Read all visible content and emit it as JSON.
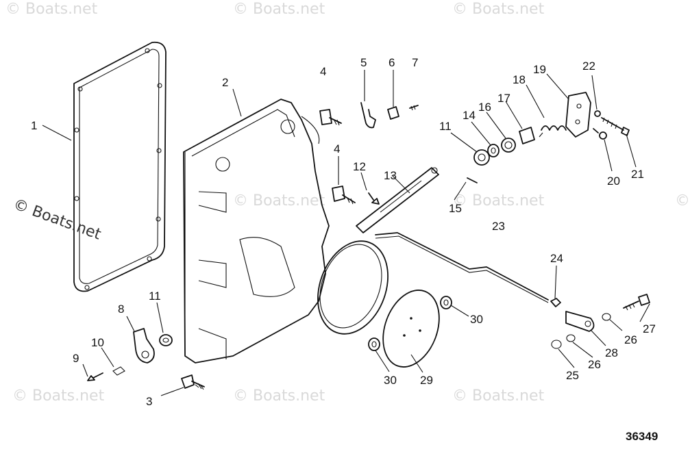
{
  "watermark": {
    "text": "© Boats.net"
  },
  "drawing_number": "36349",
  "callouts": [
    {
      "id": "c1",
      "label": "1"
    },
    {
      "id": "c2",
      "label": "2"
    },
    {
      "id": "c3",
      "label": "3"
    },
    {
      "id": "c4a",
      "label": "4"
    },
    {
      "id": "c4b",
      "label": "4"
    },
    {
      "id": "c5",
      "label": "5"
    },
    {
      "id": "c6",
      "label": "6"
    },
    {
      "id": "c7",
      "label": "7"
    },
    {
      "id": "c8",
      "label": "8"
    },
    {
      "id": "c9",
      "label": "9"
    },
    {
      "id": "c10",
      "label": "10"
    },
    {
      "id": "c11a",
      "label": "11"
    },
    {
      "id": "c11b",
      "label": "11"
    },
    {
      "id": "c12",
      "label": "12"
    },
    {
      "id": "c13",
      "label": "13"
    },
    {
      "id": "c14",
      "label": "14"
    },
    {
      "id": "c15",
      "label": "15"
    },
    {
      "id": "c16",
      "label": "16"
    },
    {
      "id": "c17",
      "label": "17"
    },
    {
      "id": "c18",
      "label": "18"
    },
    {
      "id": "c19",
      "label": "19"
    },
    {
      "id": "c20",
      "label": "20"
    },
    {
      "id": "c21",
      "label": "21"
    },
    {
      "id": "c22",
      "label": "22"
    },
    {
      "id": "c23",
      "label": "23"
    },
    {
      "id": "c24",
      "label": "24"
    },
    {
      "id": "c25",
      "label": "25"
    },
    {
      "id": "c26a",
      "label": "26"
    },
    {
      "id": "c26b",
      "label": "26"
    },
    {
      "id": "c27",
      "label": "27"
    },
    {
      "id": "c28",
      "label": "28"
    },
    {
      "id": "c29",
      "label": "29"
    },
    {
      "id": "c30a",
      "label": "30"
    },
    {
      "id": "c30b",
      "label": "30"
    }
  ]
}
